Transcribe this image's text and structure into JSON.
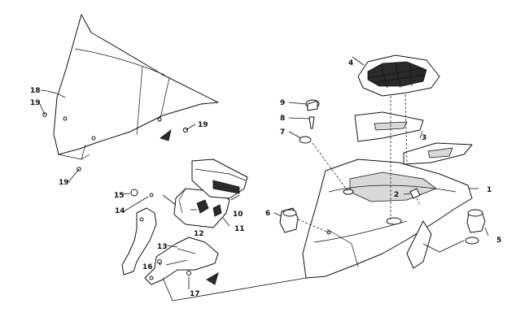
{
  "callouts": [
    {
      "id": "c1",
      "text": "1"
    },
    {
      "id": "c2",
      "text": "2"
    },
    {
      "id": "c3",
      "text": "3"
    },
    {
      "id": "c4",
      "text": "4"
    },
    {
      "id": "c5",
      "text": "5"
    },
    {
      "id": "c6",
      "text": "6"
    },
    {
      "id": "c7",
      "text": "7"
    },
    {
      "id": "c8",
      "text": "8"
    },
    {
      "id": "c9",
      "text": "9"
    },
    {
      "id": "c10",
      "text": "10"
    },
    {
      "id": "c11",
      "text": "11"
    },
    {
      "id": "c12",
      "text": "12"
    },
    {
      "id": "c13",
      "text": "13"
    },
    {
      "id": "c14",
      "text": "14"
    },
    {
      "id": "c15",
      "text": "15"
    },
    {
      "id": "c16",
      "text": "16"
    },
    {
      "id": "c17",
      "text": "17"
    },
    {
      "id": "c18",
      "text": "18"
    },
    {
      "id": "c19a",
      "text": "19"
    },
    {
      "id": "c19b",
      "text": "19"
    },
    {
      "id": "c19c",
      "text": "19"
    }
  ],
  "colors": {
    "line": "#111111",
    "background": "#ffffff",
    "shade": "#d9d9d9"
  }
}
